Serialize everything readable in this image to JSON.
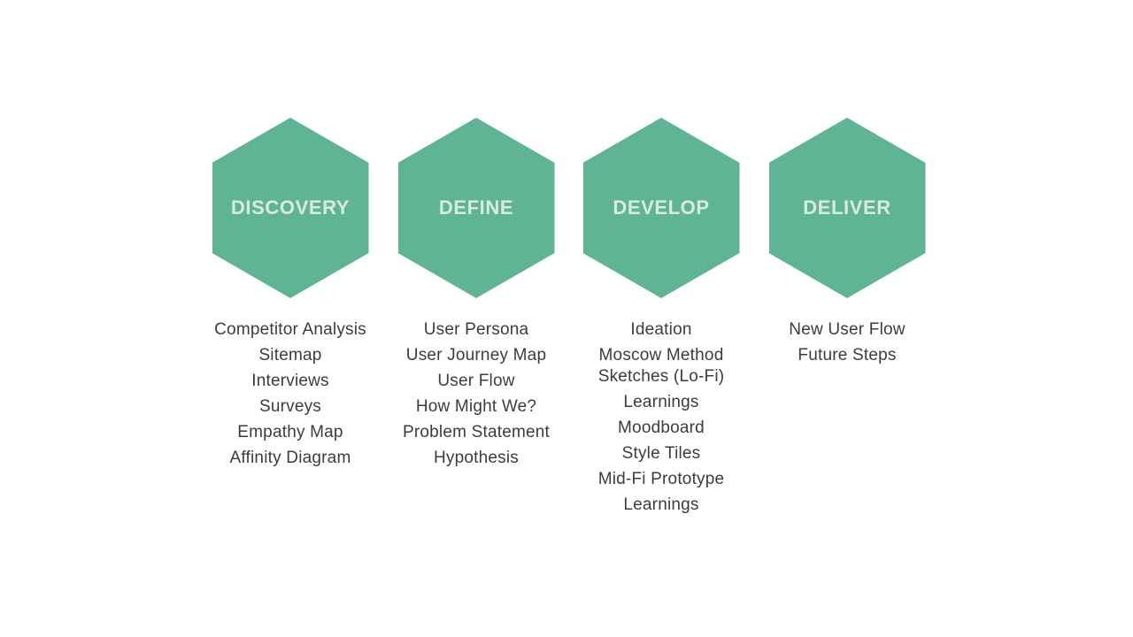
{
  "slide": {
    "background": "#ffffff",
    "description": "Design process diagram with four hexagon phases and method lists"
  },
  "theme": {
    "hexagon_fill": "#5fb493",
    "hexagon_label_color": "#d8ebe1",
    "list_text_color": "#3c3c3c"
  },
  "phases": [
    {
      "label": "DISCOVERY",
      "items": [
        "Competitor Analysis",
        "Sitemap",
        "Interviews",
        "Surveys",
        "Empathy Map",
        "Affinity Diagram"
      ]
    },
    {
      "label": "DEFINE",
      "items": [
        "User Persona",
        "User Journey Map",
        "User Flow",
        "How Might We?",
        "Problem Statement",
        "Hypothesis"
      ]
    },
    {
      "label": "DEVELOP",
      "items": [
        "Ideation",
        "Moscow Method\nSketches (Lo-Fi)",
        "Learnings",
        "Moodboard",
        "Style Tiles",
        "Mid-Fi Prototype",
        "Learnings"
      ]
    },
    {
      "label": "DELIVER",
      "items": [
        "New User Flow",
        "Future Steps"
      ]
    }
  ]
}
